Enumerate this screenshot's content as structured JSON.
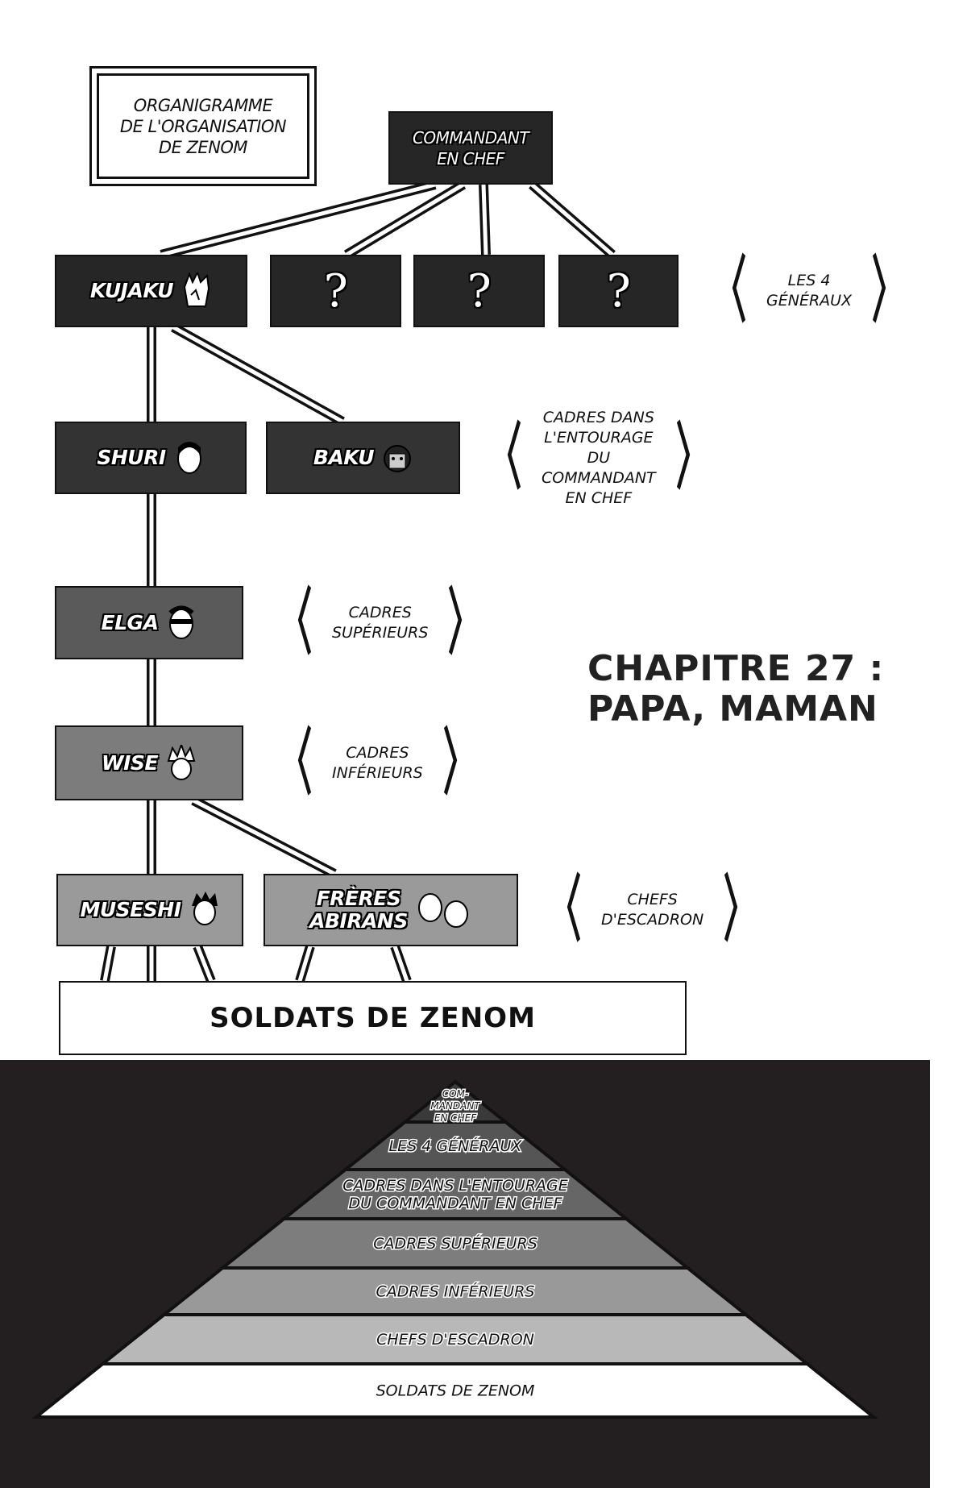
{
  "title": "ORGANIGRAMME\nDE L'ORGANISATION\nDE ZENOM",
  "commander": "COMMANDANT\nEN CHEF",
  "rows": {
    "generals": {
      "nodes": [
        "KUJAKU",
        "?",
        "?",
        "?"
      ],
      "label": "LES 4 GÉNÉRAUX"
    },
    "entourage": {
      "nodes": [
        "SHURI",
        "BAKU"
      ],
      "label": "CADRES DANS\nL'ENTOURAGE DU\nCOMMANDANT\nEN CHEF"
    },
    "superieurs": {
      "nodes": [
        "ELGA"
      ],
      "label": "CADRES\nSUPÉRIEURS"
    },
    "inferieurs": {
      "nodes": [
        "WISE"
      ],
      "label": "CADRES\nINFÉRIEURS"
    },
    "escadron": {
      "nodes": [
        "MUSESHI",
        "FRÈRES\nABIRANS"
      ],
      "label": "CHEFS\nD'ESCADRON"
    }
  },
  "soldiers": "SOLDATS DE ZENOM",
  "chapter": "CHAPITRE 27 :\nPAPA, MAMAN",
  "pyramid": {
    "levels": [
      "COM-\nMANDANT\nEN CHEF",
      "LES 4 GÉNÉRAUX",
      "CADRES DANS L'ENTOURAGE\nDU COMMANDANT EN CHEF",
      "CADRES SUPÉRIEURS",
      "CADRES INFÉRIEURS",
      "CHEFS D'ESCADRON",
      "SOLDATS DE ZENOM"
    ],
    "colors": [
      "#3a3a3a",
      "#555555",
      "#666666",
      "#7d7d7d",
      "#999999",
      "#b8b8b8",
      "#ffffff"
    ]
  }
}
